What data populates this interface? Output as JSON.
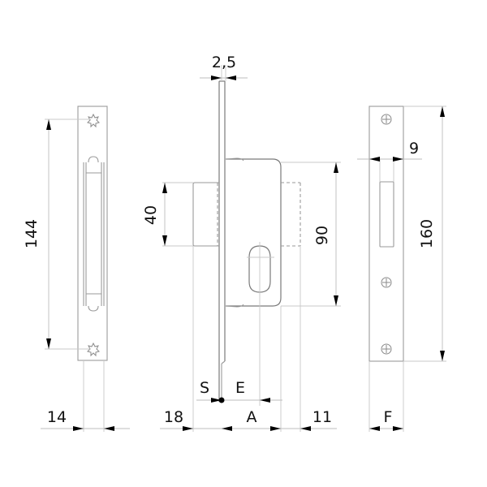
{
  "diagram": {
    "type": "technical-drawing",
    "subject": "mortise lock with strike plates",
    "views": [
      {
        "id": "left-strike-plate",
        "dimensions": {
          "height": "144",
          "width": "14"
        }
      },
      {
        "id": "lock-body",
        "dimensions": {
          "faceplate": "2,5",
          "bolt": "40",
          "body_height": "90",
          "backset_left": "18",
          "backset": "A",
          "right_offset": "11",
          "s": "S",
          "e": "E"
        }
      },
      {
        "id": "right-strike-plate",
        "dimensions": {
          "height": "160",
          "slot": "9",
          "width": "F"
        }
      }
    ]
  },
  "labels": {
    "dim_144": "144",
    "dim_14": "14",
    "dim_2_5": "2,5",
    "dim_40": "40",
    "dim_90": "90",
    "dim_S": "S",
    "dim_E": "E",
    "dim_18": "18",
    "dim_A": "A",
    "dim_11": "11",
    "dim_9": "9",
    "dim_160": "160",
    "dim_F": "F"
  },
  "colors": {
    "outline": "#9a9a9a",
    "dimension_line": "#bdbdbd",
    "text": "#111111",
    "background": "#ffffff"
  }
}
